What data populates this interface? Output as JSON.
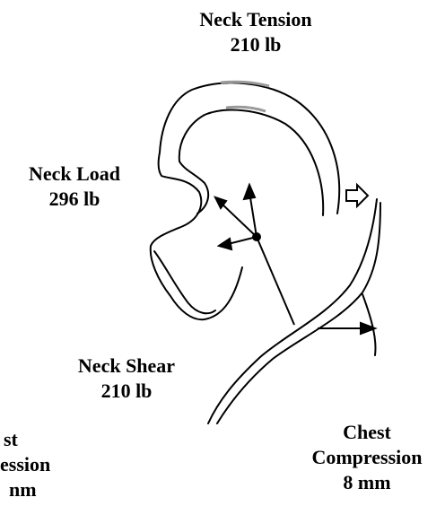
{
  "labels": {
    "neck_tension": {
      "title": "Neck Tension",
      "value": "210 lb"
    },
    "neck_load": {
      "title": "Neck Load",
      "value": "296 lb"
    },
    "neck_shear": {
      "title": "Neck Shear",
      "value": "210 lb"
    },
    "chest_compression_left": {
      "line1": "st",
      "line2": "ession",
      "line3": "nm"
    },
    "chest_compression_right": {
      "line1": "Chest",
      "line2": "Compression",
      "line3": "8 mm"
    }
  },
  "colors": {
    "ink": "#000000",
    "background": "#ffffff",
    "highlight": "#9a9a9a"
  }
}
